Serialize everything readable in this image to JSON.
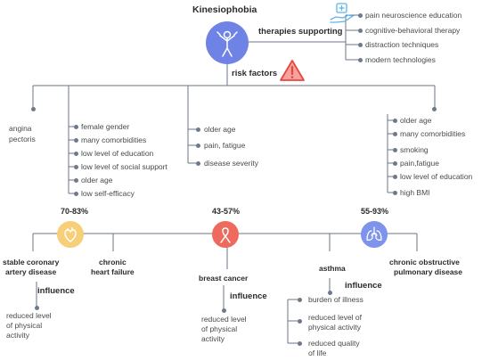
{
  "title": "Kinesiophobia",
  "therapies": {
    "label": "therapies supporting",
    "items": [
      "pain neuroscience education",
      "cognitive-behavioral therapy",
      "distraction techniques",
      "modern technologies"
    ]
  },
  "risk_factors": {
    "label": "risk factors",
    "angina": [
      "angina",
      "pectoris"
    ],
    "group1": [
      "female gender",
      "many comorbidities",
      "low level of education",
      "low level of social support",
      "older age",
      "low self-efficacy"
    ],
    "group2": [
      "older age",
      "pain, fatigue",
      "disease severity"
    ],
    "group3": [
      "older age",
      "many comorbidities",
      "smoking",
      "pain,fatigue",
      "low level of education",
      "high BMI"
    ]
  },
  "prevalence": {
    "heart": "70-83%",
    "cancer": "43-57%",
    "lungs": "55-93%"
  },
  "diseases": {
    "stable_cad": [
      "stable coronary",
      "artery disease"
    ],
    "heart_failure": [
      "chronic",
      "heart failure"
    ],
    "breast_cancer": "breast cancer",
    "asthma": "asthma",
    "copd": [
      "chronic obstructive",
      "pulmonary disease"
    ]
  },
  "influence": {
    "label": "influence",
    "cad": [
      "reduced level",
      "of physical",
      "activity"
    ],
    "cancer": [
      "reduced level",
      "of physical",
      "activity"
    ],
    "asthma": [
      [
        "burden of illness"
      ],
      [
        "reduced level of",
        "physical activity"
      ],
      [
        "reduced quality",
        "of life"
      ]
    ]
  },
  "colors": {
    "line": "#6b7585",
    "brain": "#6f83e6",
    "heart": "#f6cf78",
    "cancer": "#ee6a5f",
    "lungs": "#7d93ec",
    "warning": "#e5473f",
    "therapy_icon": "#5fb3e8"
  }
}
